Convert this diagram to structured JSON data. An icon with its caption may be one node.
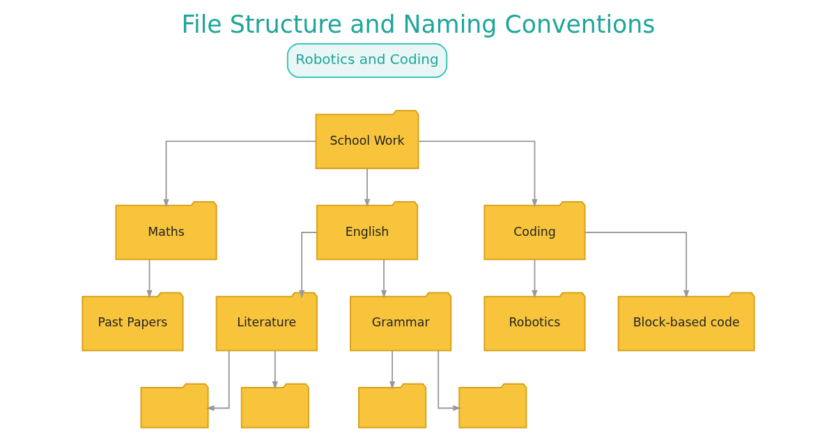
{
  "diagram": {
    "title": "File Structure and Naming Conventions",
    "nodes": [
      {
        "text": [
          "School Work"
        ]
      },
      {
        "text": [
          "Maths"
        ]
      },
      {
        "text": [
          "English"
        ]
      },
      {
        "text": [
          "Coding"
        ]
      },
      {
        "text": [
          "Robotics"
        ]
      },
      {
        "text": [
          "Past Papers"
        ]
      },
      {
        "text": [
          "Literature"
        ]
      },
      {
        "text": [
          "Grammar"
        ]
      },
      {
        "text": [
          "Block-based code"
        ]
      },
      {
        "text": [],
        "shape": "folder"
      },
      {
        "text": [],
        "shape": "folder"
      },
      {
        "text": [],
        "shape": "folder"
      },
      {
        "text": [],
        "shape": "folder"
      }
    ],
    "edges": [
      {
        "from": 0,
        "to": 1,
        "arrow": "to"
      },
      {
        "from": 0,
        "to": 2,
        "arrow": "to"
      },
      {
        "from": 0,
        "to": 3,
        "arrow": "to"
      },
      {
        "from": 3,
        "to": 4,
        "arrow": "to"
      },
      {
        "from": 1,
        "to": 5,
        "arrow": "to"
      },
      {
        "from": 2,
        "to": 6,
        "arrow": "to"
      },
      {
        "from": 2,
        "to": 7,
        "arrow": "to"
      },
      {
        "from": 3,
        "to": 8,
        "arrow": "to"
      },
      {
        "from": 6,
        "to": 9,
        "arrow": "to"
      },
      {
        "from": 6,
        "to": 10,
        "arrow": "to"
      },
      {
        "from": 7,
        "to": 11,
        "arrow": "to"
      },
      {
        "from": 7,
        "to": 12,
        "arrow": "to"
      }
    ],
    "labels": [
      "Robotics and Coding"
    ]
  }
}
